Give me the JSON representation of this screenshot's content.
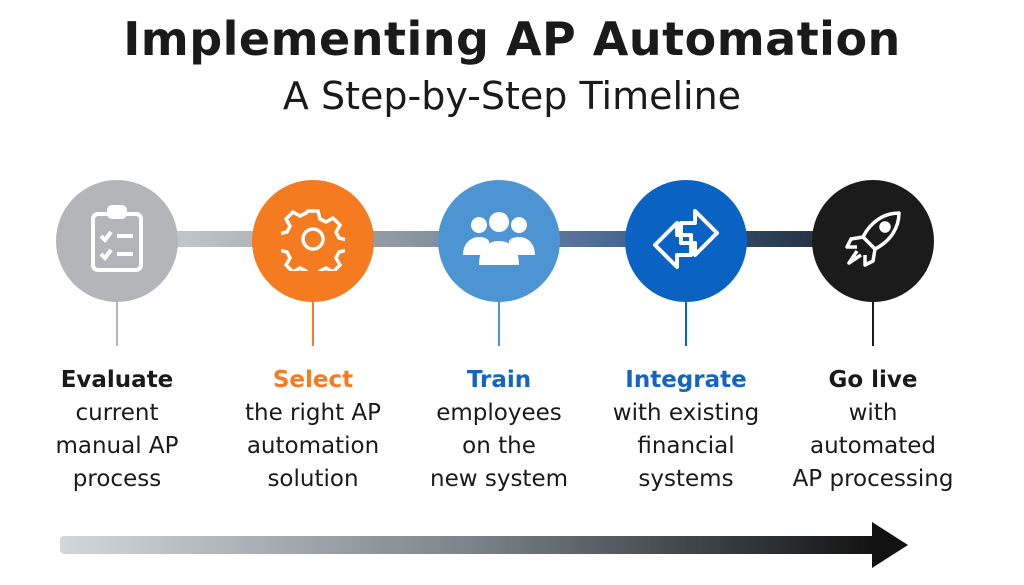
{
  "title": "Implementing AP Automation",
  "subtitle": "A Step-by-Step Timeline",
  "steps": [
    {
      "icon": "clipboard-checklist-icon",
      "color": "#b3b5b8",
      "head_color": "#1a1a1a",
      "head": "Evaluate",
      "lines": [
        "current",
        "manual AP",
        "process"
      ]
    },
    {
      "icon": "gear-icon",
      "color": "#f47b20",
      "head_color": "#f47b20",
      "head": "Select",
      "lines": [
        "the right AP",
        "automation",
        "solution"
      ]
    },
    {
      "icon": "people-icon",
      "color": "#4c95d2",
      "head_color": "#1565c0",
      "head": "Train",
      "lines": [
        "employees",
        "on the",
        "new system"
      ]
    },
    {
      "icon": "exchange-arrows-icon",
      "color": "#0a62c2",
      "head_color": "#1565c0",
      "head": "Integrate",
      "lines": [
        "with existing",
        "financial",
        "systems"
      ]
    },
    {
      "icon": "rocket-icon",
      "color": "#1b1b1b",
      "head_color": "#1a1a1a",
      "head": "Go live",
      "lines": [
        "with",
        "automated",
        "AP processing"
      ]
    }
  ]
}
